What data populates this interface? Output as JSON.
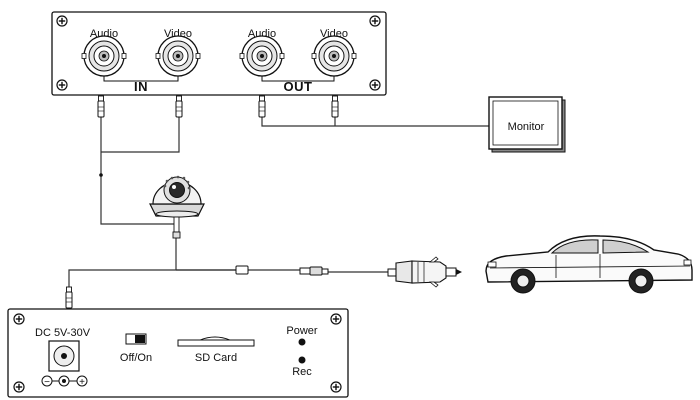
{
  "top_panel": {
    "in_audio_label": "Audio",
    "in_video_label": "Video",
    "out_audio_label": "Audio",
    "out_video_label": "Video",
    "in_label": "IN",
    "out_label": "OUT"
  },
  "monitor": {
    "label": "Monitor"
  },
  "bottom_panel": {
    "dc_label": "DC 5V-30V",
    "polarity_minus": "−",
    "polarity_plus": "+",
    "switch_label": "Off/On",
    "sd_label": "SD Card",
    "power_label": "Power",
    "rec_label": "Rec"
  },
  "colors": {
    "line": "#111111",
    "panel": "#ffffff",
    "led": "#111111",
    "shade": "#cccccc"
  },
  "icons": {
    "camera": "dome-camera-icon",
    "car": "sedan-car-icon",
    "plug": "cigarette-lighter-plug-icon",
    "connector": "rca-plug-icon"
  }
}
